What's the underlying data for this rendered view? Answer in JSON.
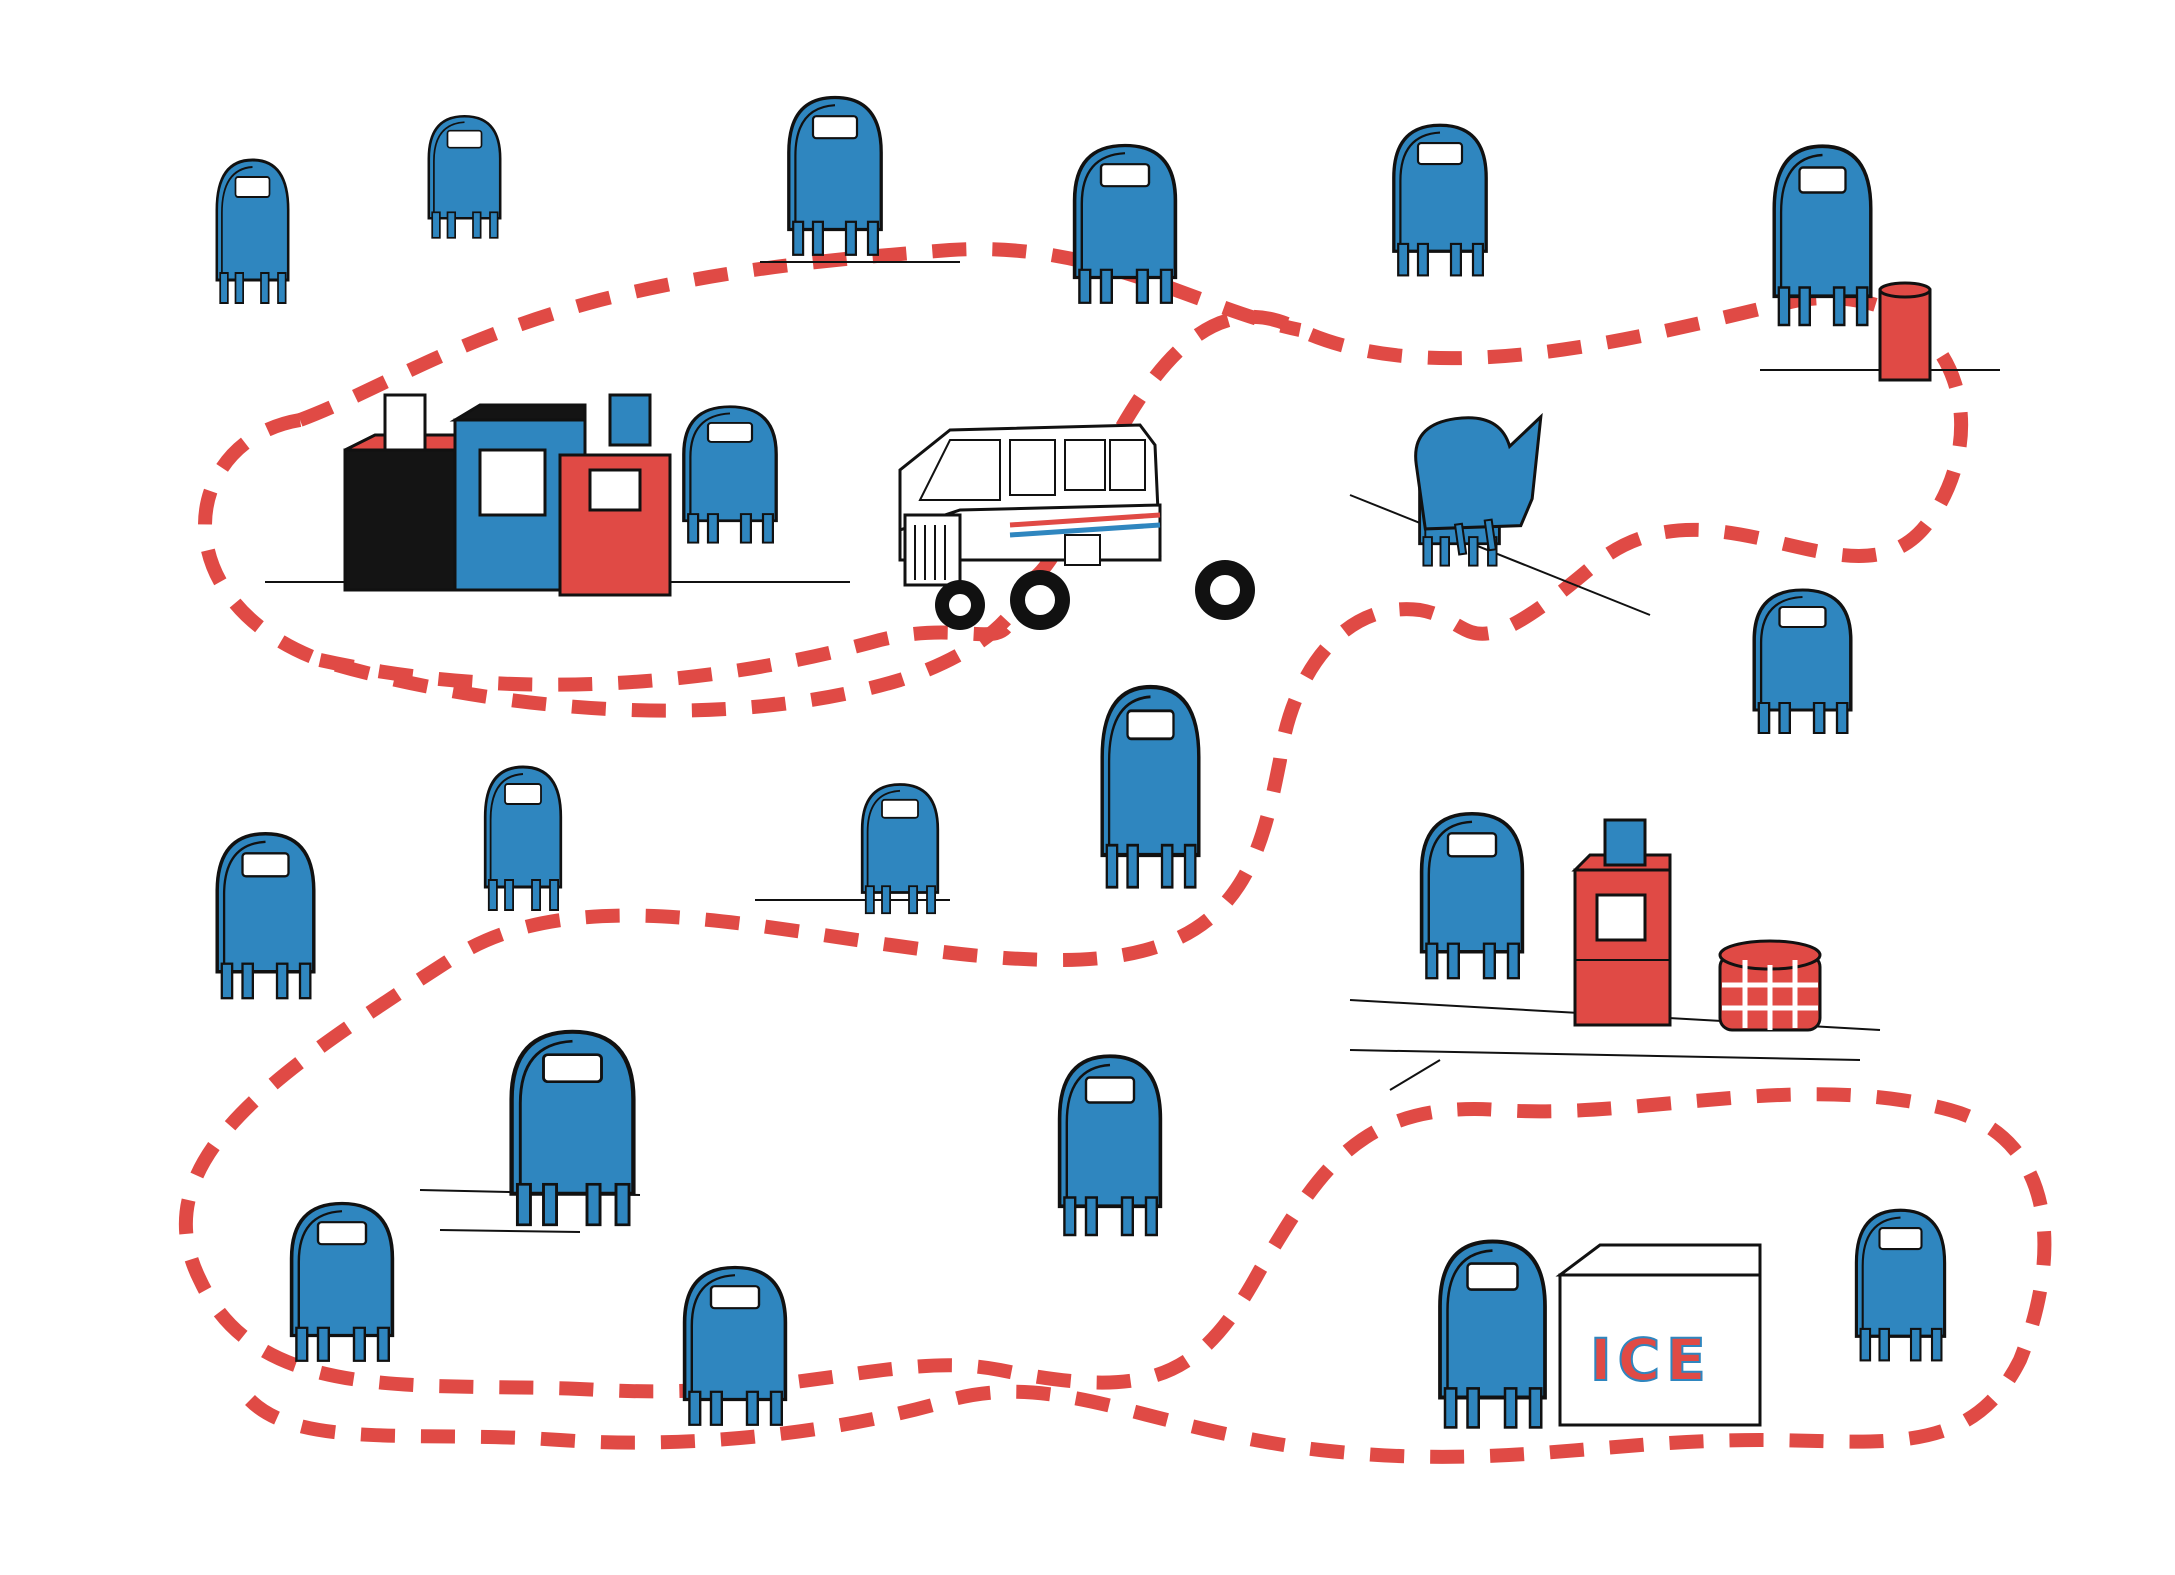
{
  "scene": {
    "title": "",
    "colors": {
      "mailbox_blue": "#2f86bf",
      "path_red": "#e04a45",
      "ink": "#111111",
      "paper": "#ffffff",
      "newsbox_black": "#141414"
    },
    "ice_chest_label": "ICE",
    "objects": [
      "mailbox",
      "newspaper-box",
      "mail-jeep",
      "trash-can",
      "ice-chest",
      "dashed-route"
    ]
  }
}
